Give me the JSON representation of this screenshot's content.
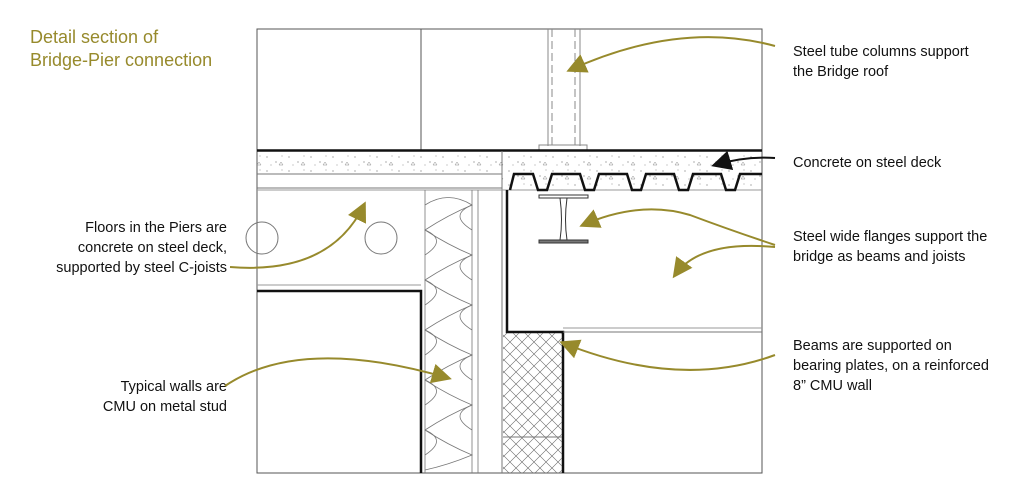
{
  "title": {
    "line1": "Detail section of",
    "line2": "Bridge-Pier connection"
  },
  "labels": {
    "steel_tube": {
      "line1": "Steel tube columns support",
      "line2": "the Bridge roof"
    },
    "concrete_deck": {
      "line1": "Concrete on steel deck"
    },
    "wide_flanges": {
      "line1": "Steel wide flanges support the",
      "line2": "bridge as beams and joists"
    },
    "bearing": {
      "line1": "Beams are supported on",
      "line2": "bearing plates, on a reinforced",
      "line3": "8” CMU wall"
    },
    "floors": {
      "line1": "Floors in the Piers are",
      "line2": "concrete on steel deck,",
      "line3": "supported by steel C-joists"
    },
    "walls": {
      "line1": "Typical walls are",
      "line2": "CMU on metal stud"
    }
  },
  "colors": {
    "accent": "#978a2c",
    "line": "#111111"
  }
}
